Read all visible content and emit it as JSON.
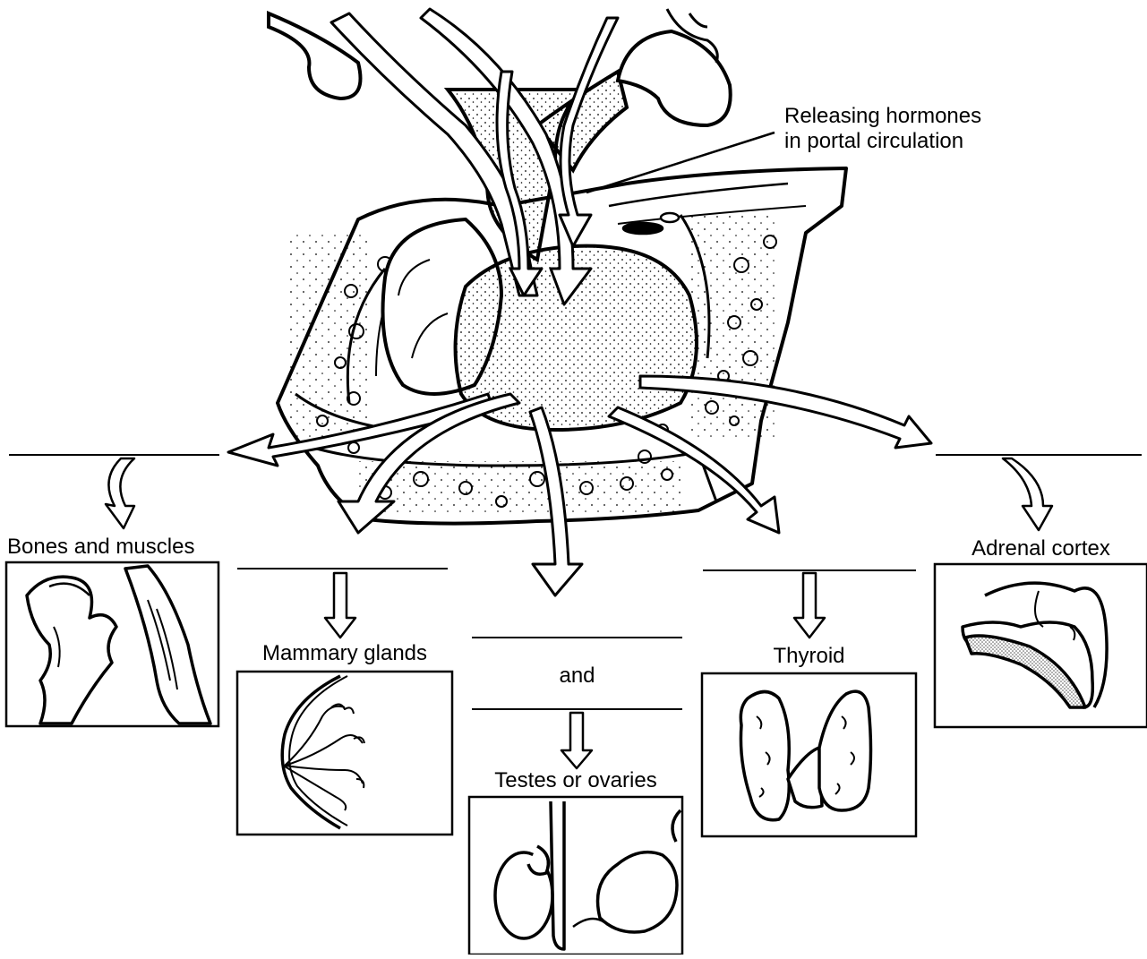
{
  "labels": {
    "releasing_line1": "Releasing hormones",
    "releasing_line2": "in portal circulation",
    "bones": "Bones and muscles",
    "mammary": "Mammary glands",
    "and": "and",
    "testes": "Testes or ovaries",
    "thyroid": "Thyroid",
    "adrenal": "Adrenal cortex"
  },
  "colors": {
    "ink": "#000000",
    "paper": "#ffffff"
  }
}
